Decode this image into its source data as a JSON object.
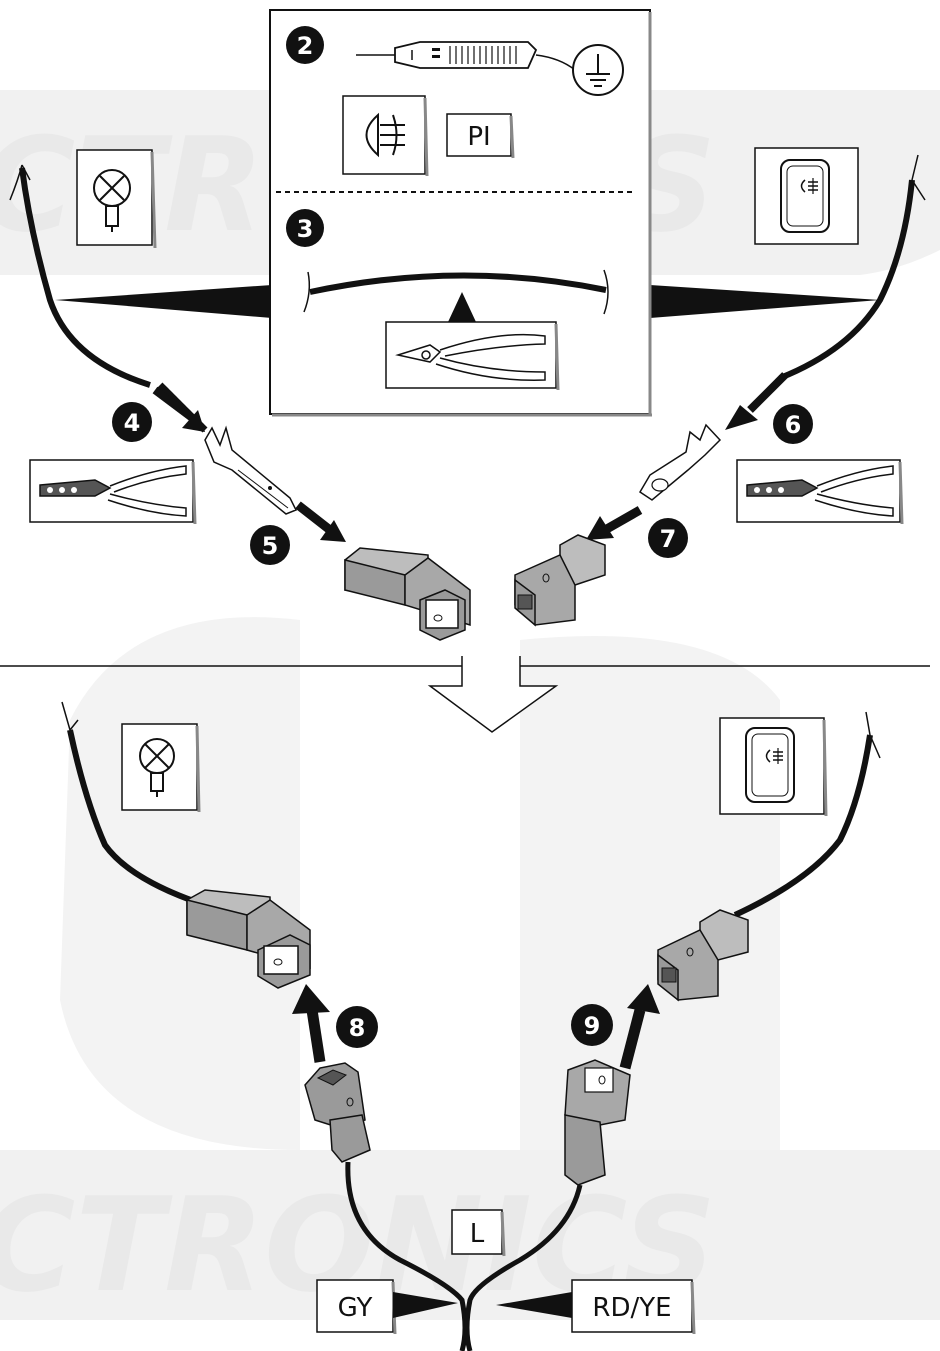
{
  "watermark": {
    "top_text": "CTRONICS",
    "bottom_text": "CTRONICS"
  },
  "box_labels": {
    "pi": "PI"
  },
  "wire_labels": {
    "l": "L",
    "gy": "GY",
    "rd_ye": "RD/YE"
  },
  "steps": {
    "s2": "2",
    "s3": "3",
    "s4": "4",
    "s5": "5",
    "s6": "6",
    "s7": "7",
    "s8": "8",
    "s9": "9"
  },
  "icons": [
    "bulb-icon",
    "fog-switch-icon",
    "ground-icon",
    "fog-lamp-icon",
    "test-lamp-icon",
    "side-cutter-icon",
    "crimping-tool-icon",
    "terminal-icon",
    "connector-housing-icon",
    "merge-arrow-icon"
  ],
  "colors": {
    "wire": "#111111",
    "connector": "#9a9a9a",
    "step_circle": "#111111",
    "watermark": "#e9e9e9"
  }
}
